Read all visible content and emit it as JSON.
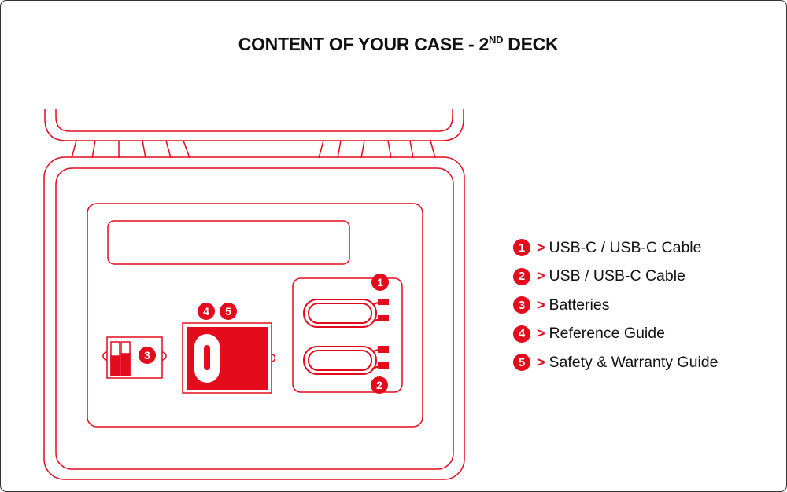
{
  "title": {
    "main": "CONTENT OF YOUR CASE - 2",
    "sup": "ND",
    "suffix": " DECK"
  },
  "accent_color": "#e30b1c",
  "callouts": [
    "1",
    "2",
    "3",
    "4",
    "5"
  ],
  "legend": [
    {
      "num": "1",
      "label": "USB-C / USB-C Cable"
    },
    {
      "num": "2",
      "label": "USB / USB-C Cable"
    },
    {
      "num": "3",
      "label": "Batteries"
    },
    {
      "num": "4",
      "label": "Reference Guide"
    },
    {
      "num": "5",
      "label": "Safety & Warranty Guide"
    }
  ]
}
